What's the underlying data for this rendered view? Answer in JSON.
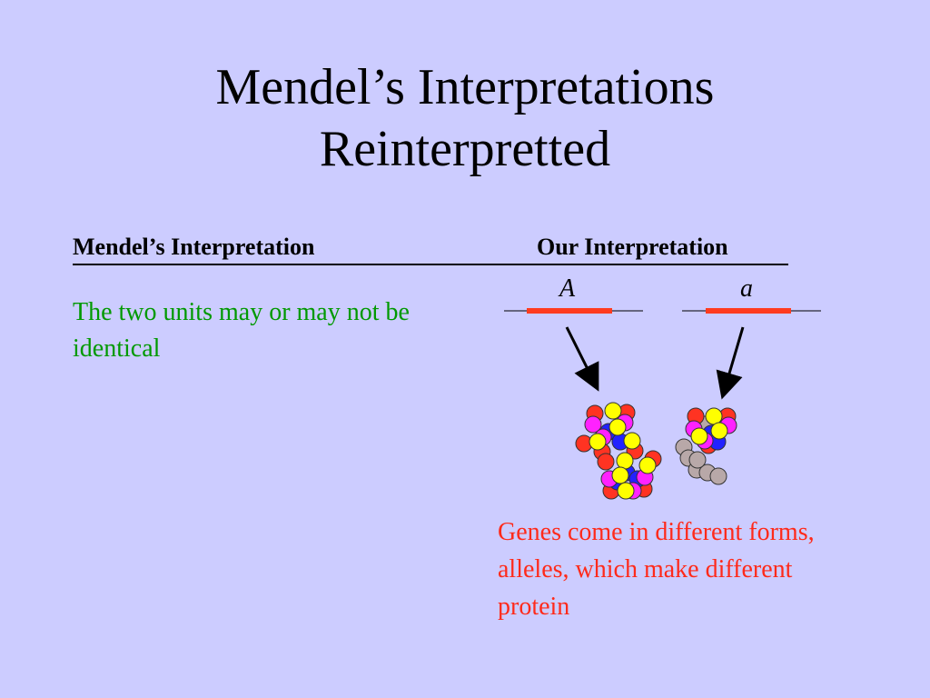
{
  "title": {
    "line1": "Mendel’s Interpretations",
    "line2": "Reinterpretted"
  },
  "headers": {
    "left": "Mendel’s Interpretation",
    "right": "Our Interpretation"
  },
  "left_text": "The two units may or may not be identical",
  "alleles": {
    "a_upper": "A",
    "a_lower": "a"
  },
  "bottom_text": "Genes come in different forms, alleles, which make different protein",
  "colors": {
    "background": "#ccccff",
    "green_text": "#009900",
    "red_text": "#ff2a1a",
    "gene_segment": "#ff3b1f",
    "atom_red": "#ff3322",
    "atom_yellow": "#ffff00",
    "atom_magenta": "#ff22ff",
    "atom_blue": "#2222ff",
    "atom_gray": "#b8a8a8"
  }
}
